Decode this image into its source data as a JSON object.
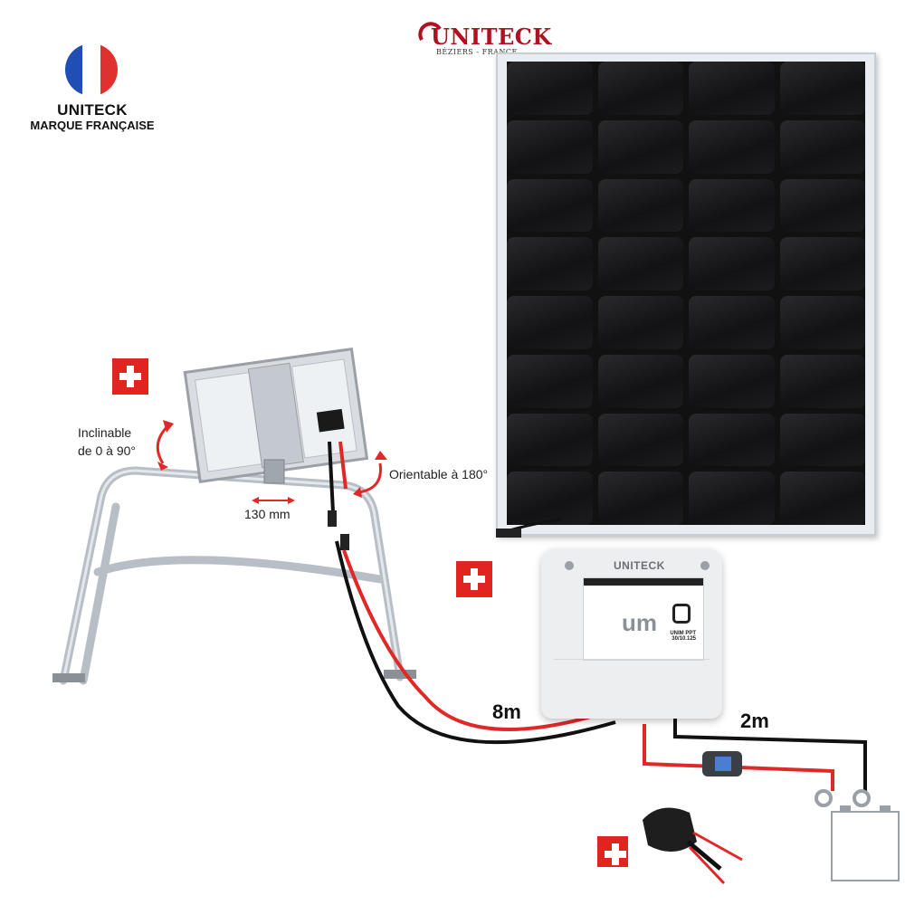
{
  "brand": {
    "name": "UNITECK",
    "tagline": "MARQUE FRANÇAISE"
  },
  "logo": {
    "name": "UNITECK",
    "location": "BÉZIERS - FRANCE"
  },
  "annotations": {
    "inclinable_line1": "Inclinable",
    "inclinable_line2": "de 0 à 90°",
    "orientable": "Orientable à 180°",
    "width": "130 mm",
    "cable_long": "8m",
    "cable_short": "2m"
  },
  "controller": {
    "brand": "UNITECK",
    "logo_text": "um",
    "model_line1": "UNIM PPT",
    "model_line2": "30/10.125"
  },
  "colors": {
    "accent_red": "#e0241f",
    "cable_red": "#e02828",
    "cable_black": "#111111",
    "flag_blue": "#1f4fb4"
  },
  "icons": [
    "swiss-cross-icon",
    "french-flag-icon",
    "battery-icon",
    "fuse-holder-icon",
    "connector-icon"
  ]
}
